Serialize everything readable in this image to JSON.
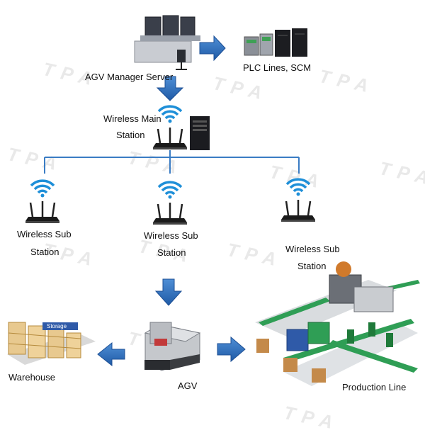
{
  "labels": {
    "agv_manager_server": "AGV Manager Server",
    "plc_lines": "PLC Lines, SCM",
    "wireless_main_line1": "Wireless Main",
    "wireless_main_line2": "Station",
    "sub1_line1": "Wireless Sub",
    "sub1_line2": "Station",
    "sub2_line1": "Wireless Sub",
    "sub2_line2": "Station",
    "sub3_line1": "Wireless Sub",
    "sub3_line2": "Station",
    "storage_sign": "Storage",
    "warehouse": "Warehouse",
    "agv": "AGV",
    "production_line": "Production Line"
  },
  "watermark": "TPA",
  "colors": {
    "arrow": "#2e6db4",
    "wifi": "#1e8fd8",
    "network_line": "#3a7cc4",
    "conveyor": "#2f9e55"
  }
}
